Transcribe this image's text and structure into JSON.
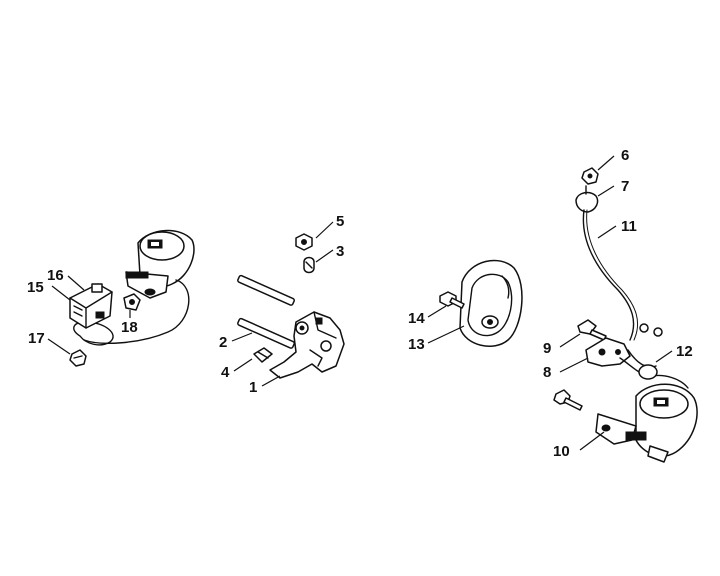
{
  "diagram": {
    "part_labels": [
      "1",
      "2",
      "3",
      "4",
      "5",
      "6",
      "7",
      "8",
      "9",
      "10",
      "11",
      "12",
      "13",
      "14",
      "15",
      "16",
      "17",
      "18"
    ]
  }
}
